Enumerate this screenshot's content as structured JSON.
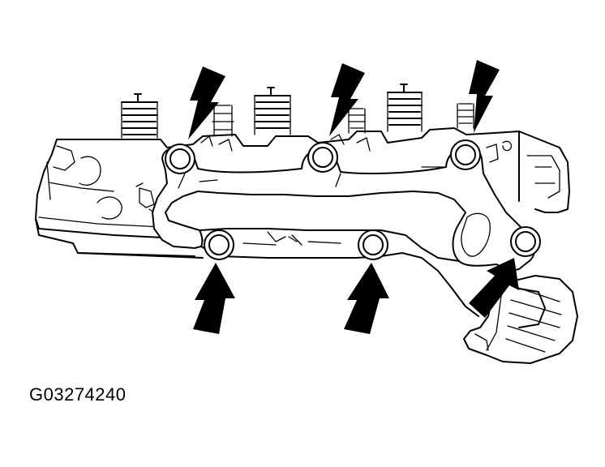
{
  "figure": {
    "id_label": "G03274240",
    "colors": {
      "ink": "#000000",
      "paper": "#ffffff"
    },
    "upper_bolt_count": 3,
    "lower_bolt_count": 3,
    "arrow_count": 6
  }
}
